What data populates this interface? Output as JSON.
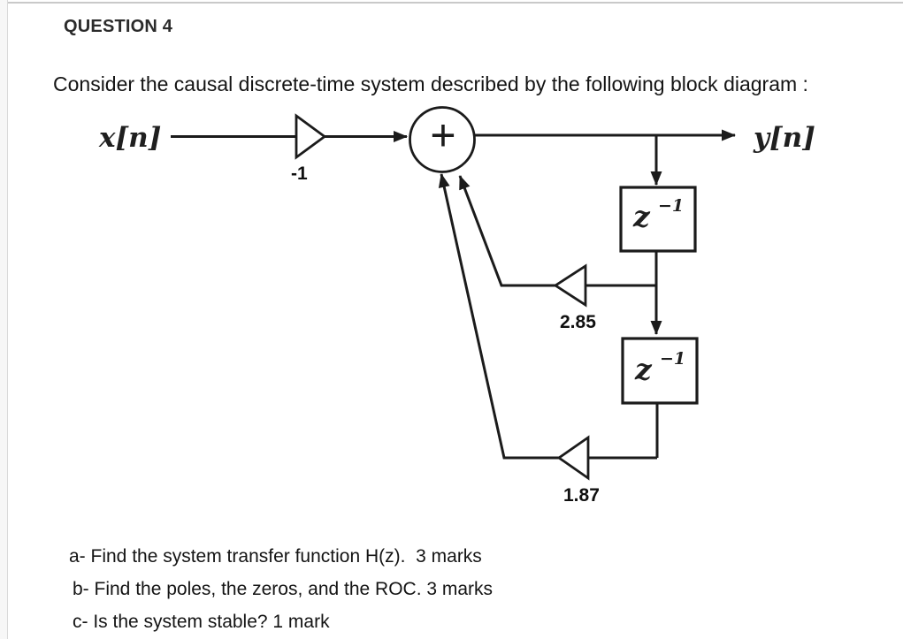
{
  "page": {
    "header": "QUESTION 4",
    "intro": "Consider the causal discrete-time system described by the following block diagram :",
    "questions": [
      "a- Find the system transfer function H(z).  3 marks",
      "b- Find the poles, the zeros, and the ROC. 3 marks",
      "c- Is the system stable? 1 mark"
    ]
  },
  "diagram": {
    "input_label": "x[n]",
    "output_label": "y[n]",
    "summer_symbol": "+",
    "input_gain": "-1",
    "feedback_gain_1": "2.85",
    "feedback_gain_2": "1.87",
    "delay_block_1": {
      "base": "z",
      "exponent": "−1"
    },
    "delay_block_2": {
      "base": "z",
      "exponent": "−1"
    },
    "colors": {
      "line": "#1b1b1b",
      "text": "#141414"
    }
  }
}
